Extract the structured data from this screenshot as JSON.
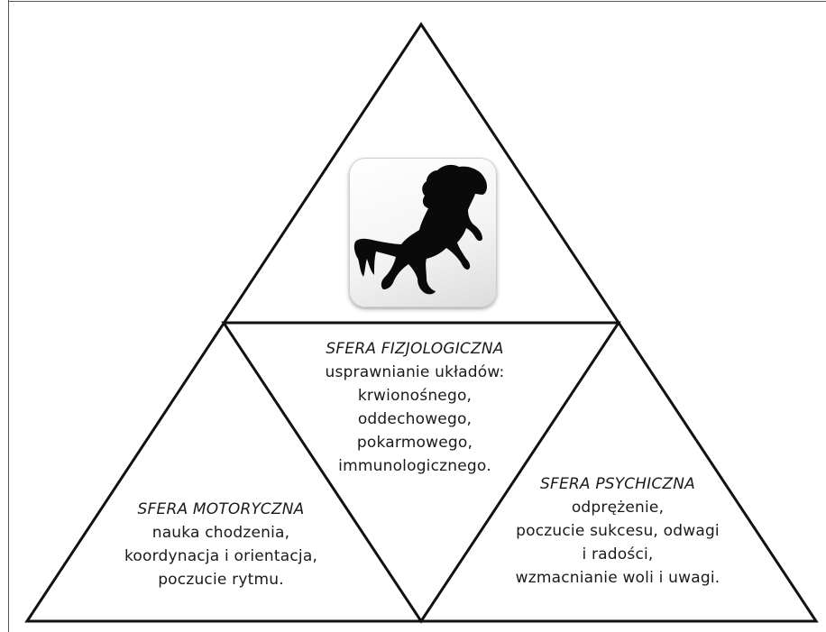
{
  "sectors": {
    "physiological": {
      "heading": "SFERA FIZJOLOGICZNA",
      "lines": [
        "usprawnianie układów:",
        "krwionośnego,",
        "oddechowego,",
        "pokarmowego,",
        "immunologicznego."
      ]
    },
    "motor": {
      "heading": "SFERA MOTORYCZNA",
      "lines": [
        "nauka chodzenia,",
        "koordynacja i orientacja,",
        "poczucie rytmu."
      ]
    },
    "psychic": {
      "heading": "SFERA PSYCHICZNA",
      "lines": [
        "odprężenie,",
        "poczucie sukcesu, odwagi",
        "i radości,",
        "wzmacnianie woli i uwagi."
      ]
    }
  },
  "icon": {
    "name": "rearing-horse-icon"
  },
  "colors": {
    "line": "#111111",
    "text": "#1a1a1a",
    "background": "#ffffff"
  }
}
